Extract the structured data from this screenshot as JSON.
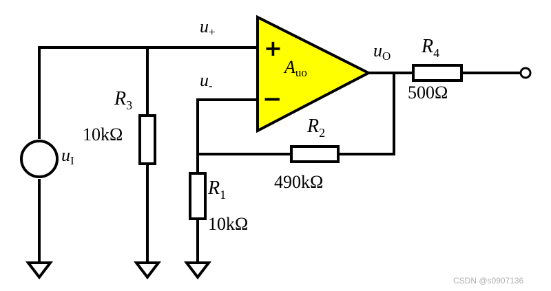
{
  "labels": {
    "u_plus": {
      "main": "u",
      "sub": "+"
    },
    "u_minus": {
      "main": "u",
      "sub": "-"
    },
    "gain": {
      "main": "A",
      "sub": "uo"
    },
    "u_out": {
      "main": "u",
      "sub": "O"
    },
    "u_in": {
      "main": "u",
      "sub": "I"
    },
    "plus_sign": "+",
    "minus_sign": "−"
  },
  "resistors": {
    "R1": {
      "name": "R",
      "sub": "1",
      "value": "10kΩ"
    },
    "R2": {
      "name": "R",
      "sub": "2",
      "value": "490kΩ"
    },
    "R3": {
      "name": "R",
      "sub": "3",
      "value": "10kΩ"
    },
    "R4": {
      "name": "R",
      "sub": "4",
      "value": "500Ω"
    }
  },
  "watermark": "CSDN @s0907136",
  "colors": {
    "opamp_fill": "#ffff00",
    "wire": "#000000"
  }
}
